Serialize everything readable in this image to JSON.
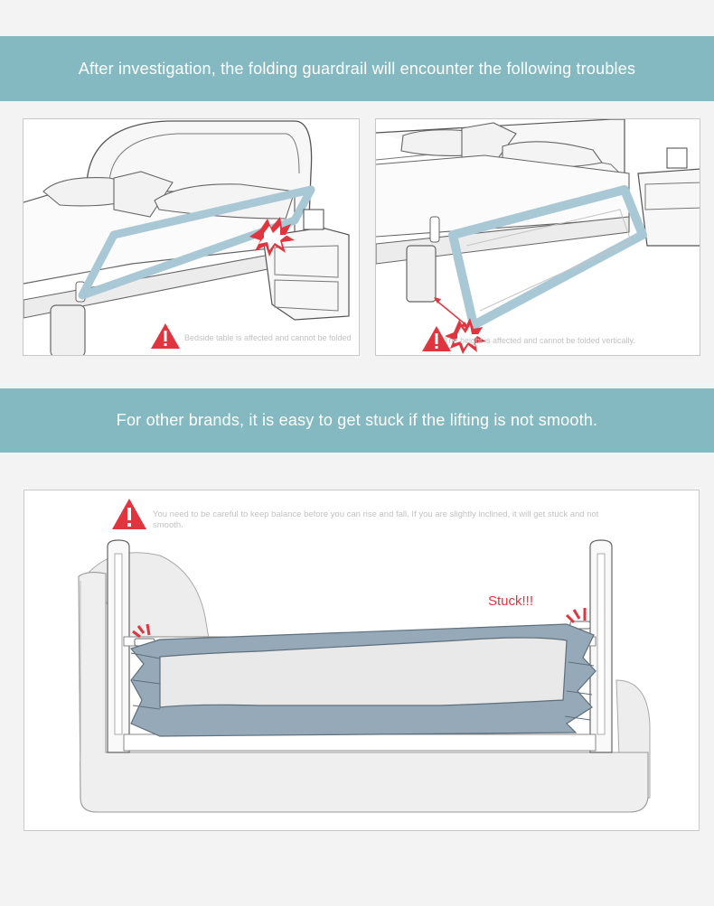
{
  "banners": {
    "top": "After investigation, the folding guardrail will encounter the following troubles",
    "middle": "For other brands, it is easy to get stuck if the lifting is not smooth."
  },
  "panels": {
    "bedside": {
      "caption": "Bedside table is affected and cannot be folded"
    },
    "height": {
      "caption": "The height is affected and cannot be folded vertically."
    },
    "lifting": {
      "caption": "You need to be careful to keep balance before you can rise and fall. If you are slightly inclined, it will get stuck and not smooth.",
      "stuck_label": "Stuck!!!"
    }
  },
  "colors": {
    "banner": "#84b9c1",
    "rail": "#a9c8d6",
    "mesh": "#95a9b8",
    "warning": "#e0353f"
  },
  "icons": [
    "warning-icon",
    "impact-burst-icon",
    "double-arrow-icon"
  ]
}
